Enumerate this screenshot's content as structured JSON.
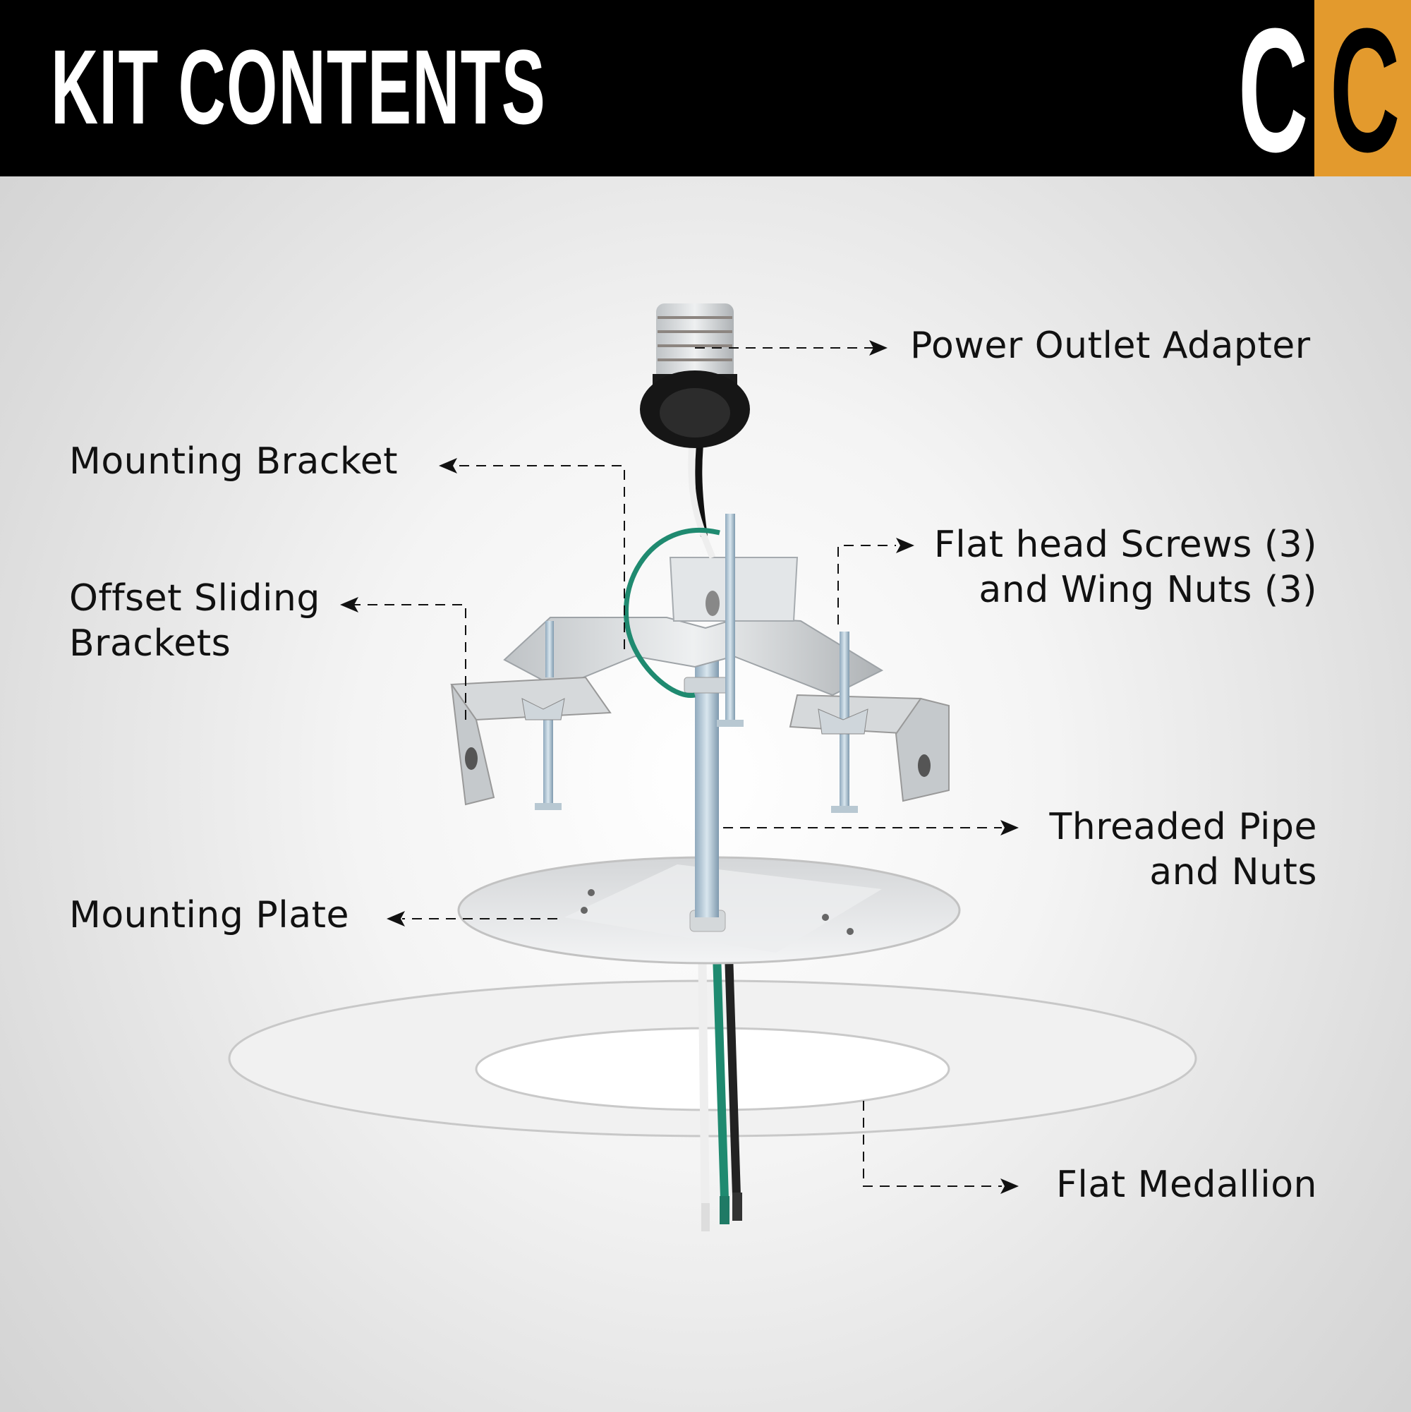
{
  "header": {
    "title": "KIT CONTENTS",
    "logo": {
      "left_letter": "C",
      "right_letter": "C",
      "accent_color": "#E39A2D"
    }
  },
  "callouts": [
    {
      "label": "Power Outlet Adapter"
    },
    {
      "label": "Mounting Bracket"
    },
    {
      "label_line1": "Offset Sliding",
      "label_line2": "Brackets"
    },
    {
      "label_line1": "Flat head Screws (3)",
      "label_line2": "and Wing Nuts (3)"
    },
    {
      "label_line1": "Threaded Pipe",
      "label_line2": "and Nuts"
    },
    {
      "label": "Mounting Plate"
    },
    {
      "label": "Flat Medallion"
    }
  ]
}
